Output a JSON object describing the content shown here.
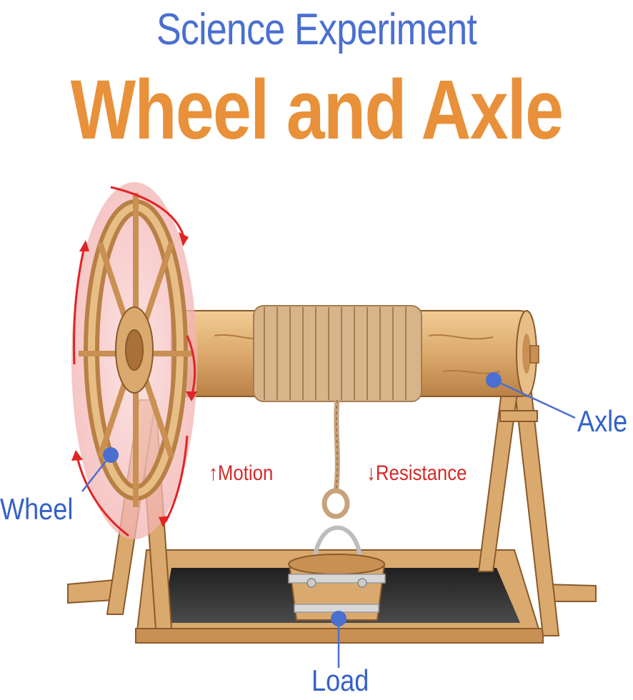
{
  "header": {
    "subtitle": "Science Experiment",
    "title": "Wheel and Axle"
  },
  "labels": {
    "axle": "Axle",
    "wheel": "Wheel",
    "load": "Load",
    "motion": "Motion",
    "resistance": "Resistance"
  },
  "arrows": {
    "up": "↑",
    "down": "↓"
  },
  "colors": {
    "subtitle": "#4a6fd0",
    "title": "#e8913a",
    "label": "#3461c8",
    "callout_line": "#4a6fd0",
    "rotation_arrow": "#e02424",
    "force_text": "#d42a2a",
    "wood": "#d9a96e",
    "wood_dark": "#a9703a",
    "rope": "#c8a27a",
    "pit": "#3a3a3a",
    "wheel_glow": "#f7c6c6"
  }
}
